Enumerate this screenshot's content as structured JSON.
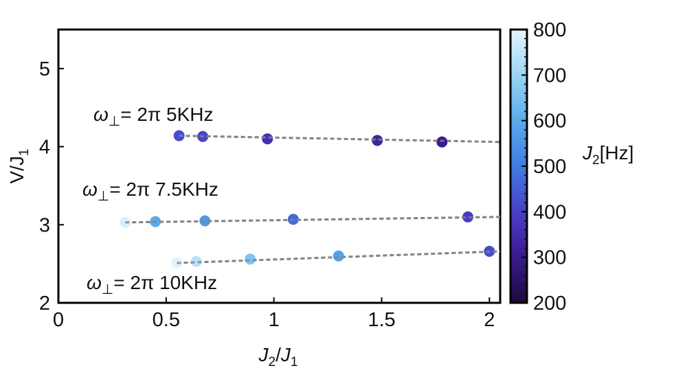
{
  "chart_data": {
    "type": "scatter",
    "title": "",
    "xlabel": {
      "main": "J",
      "sub": "2",
      "sep": "/",
      "main2": "J",
      "sub2": "1"
    },
    "ylabel": {
      "main": "V/J",
      "sub": "1"
    },
    "xlim": [
      0,
      2.05
    ],
    "ylim": [
      2,
      5.5
    ],
    "xticks": [
      0,
      0.5,
      1,
      1.5,
      2
    ],
    "xtick_labels": [
      "0",
      "0.5",
      "1",
      "1.5",
      "2"
    ],
    "yticks": [
      2,
      3,
      4,
      5
    ],
    "ytick_labels": [
      "2",
      "3",
      "4",
      "5"
    ],
    "grid": false,
    "colorbar": {
      "label_main": "J",
      "label_sub": "2",
      "label_unit": "[Hz]",
      "min": 200,
      "max": 800,
      "ticks": [
        200,
        300,
        400,
        500,
        600,
        700,
        800
      ],
      "tick_labels": [
        "200",
        "300",
        "400",
        "500",
        "600",
        "700",
        "800"
      ],
      "colors": [
        "#1a0a3c",
        "#3a1a8c",
        "#4a3fc8",
        "#3f7de0",
        "#5aaaea",
        "#9ad4f5",
        "#e6f6fd"
      ]
    },
    "series": [
      {
        "annotation": {
          "omega": "ω",
          "perp": "⊥",
          "text": "= 2π 5KHz"
        },
        "points": [
          {
            "x": 0.56,
            "y": 4.14,
            "j2": 420
          },
          {
            "x": 0.67,
            "y": 4.13,
            "j2": 410
          },
          {
            "x": 0.97,
            "y": 4.1,
            "j2": 360
          },
          {
            "x": 1.48,
            "y": 4.08,
            "j2": 330
          },
          {
            "x": 1.78,
            "y": 4.06,
            "j2": 300
          }
        ],
        "fit": {
          "x": [
            0.56,
            2.05
          ],
          "y": [
            4.14,
            4.06
          ]
        }
      },
      {
        "annotation": {
          "omega": "ω",
          "perp": "⊥",
          "text": "= 2π 7.5KHz"
        },
        "points": [
          {
            "x": 0.31,
            "y": 3.03,
            "j2": 780
          },
          {
            "x": 0.45,
            "y": 3.04,
            "j2": 600
          },
          {
            "x": 0.68,
            "y": 3.05,
            "j2": 560
          },
          {
            "x": 1.09,
            "y": 3.07,
            "j2": 470
          },
          {
            "x": 1.9,
            "y": 3.1,
            "j2": 390
          }
        ],
        "fit": {
          "x": [
            0.31,
            2.05
          ],
          "y": [
            3.03,
            3.1
          ]
        }
      },
      {
        "annotation": {
          "omega": "ω",
          "perp": "⊥",
          "text": "= 2π 10KHz"
        },
        "points": [
          {
            "x": 0.55,
            "y": 2.51,
            "j2": 790
          },
          {
            "x": 0.64,
            "y": 2.53,
            "j2": 740
          },
          {
            "x": 0.89,
            "y": 2.56,
            "j2": 660
          },
          {
            "x": 1.3,
            "y": 2.6,
            "j2": 580
          },
          {
            "x": 2.0,
            "y": 2.66,
            "j2": 420
          }
        ],
        "fit": {
          "x": [
            0.55,
            2.05
          ],
          "y": [
            2.51,
            2.66
          ]
        }
      }
    ]
  }
}
